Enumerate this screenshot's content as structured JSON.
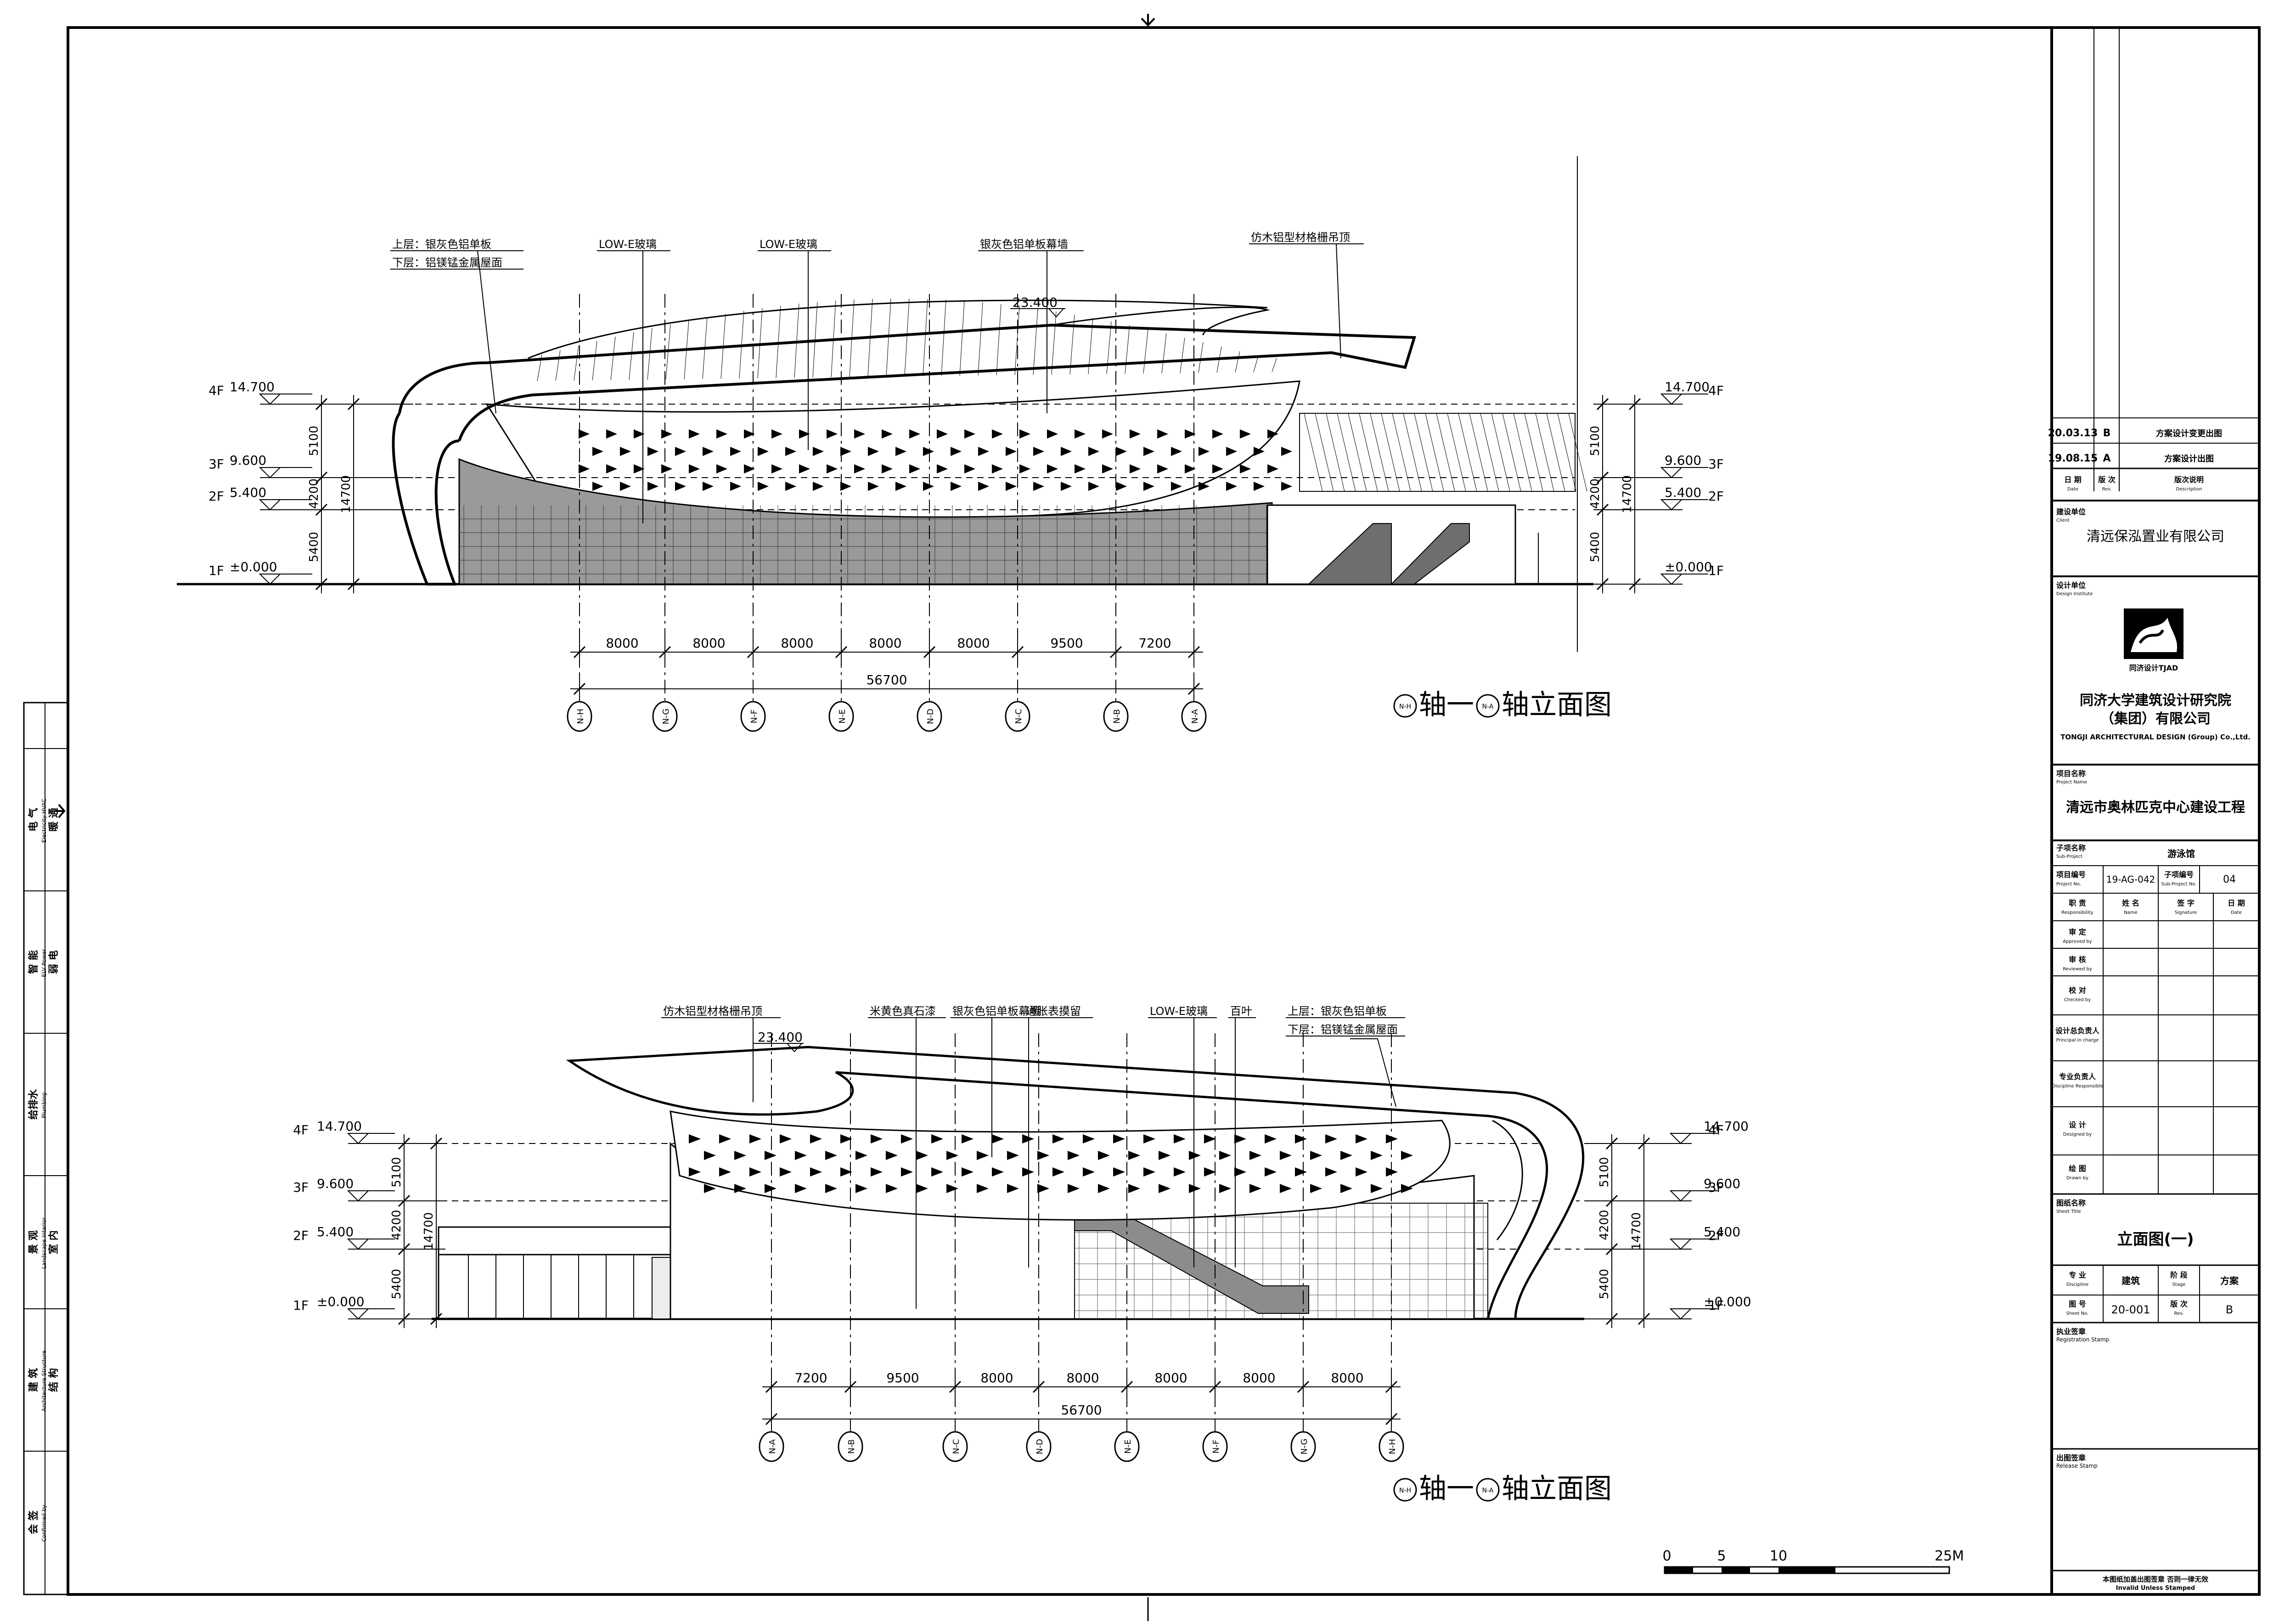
{
  "drawing": {
    "upper": {
      "title_left_axis": "N-H",
      "title_right_axis": "N-A",
      "title_text": "轴立面图",
      "title_sep": "轴一",
      "levels": [
        {
          "floor": "4F",
          "elev": "14.700"
        },
        {
          "floor": "3F",
          "elev": "9.600"
        },
        {
          "floor": "2F",
          "elev": "5.400"
        },
        {
          "floor": "1F",
          "elev": "±0.000"
        }
      ],
      "seg_dims": [
        "5100",
        "4200",
        "5400"
      ],
      "total_dim": "14700",
      "peak": "23.400",
      "callouts": [
        {
          "line1": "上层：银灰色铝单板",
          "line2": "下层：铝镁锰金属屋面"
        },
        {
          "line1": "LOW-E玻璃",
          "line2": ""
        },
        {
          "line1": "LOW-E玻璃",
          "line2": ""
        },
        {
          "line1": "银灰色铝单板幕墙",
          "line2": ""
        },
        {
          "line1": "仿木铝型材格栅吊顶",
          "line2": ""
        }
      ],
      "bay_dims": [
        "8000",
        "8000",
        "8000",
        "8000",
        "8000",
        "9500",
        "7200"
      ],
      "overall": "56700",
      "axes": [
        "N-H",
        "N-G",
        "N-F",
        "N-E",
        "N-D",
        "N-C",
        "N-B",
        "N-A"
      ]
    },
    "lower": {
      "title_left_axis": "N-H",
      "title_right_axis": "N-A",
      "title_text": "轴立面图",
      "title_sep": "轴一",
      "levels": [
        {
          "floor": "4F",
          "elev": "14.700"
        },
        {
          "floor": "3F",
          "elev": "9.600"
        },
        {
          "floor": "2F",
          "elev": "5.400"
        },
        {
          "floor": "1F",
          "elev": "±0.000"
        }
      ],
      "seg_dims": [
        "5100",
        "4200",
        "5400"
      ],
      "total_dim": "14700",
      "peak": "23.400",
      "callouts": [
        {
          "line1": "仿木铝型材格栅吊顶",
          "line2": ""
        },
        {
          "line1": "米黄色真石漆",
          "line2": ""
        },
        {
          "line1": "银灰色铝单板幕墙",
          "line2": ""
        },
        {
          "line1": "通胀表摸留",
          "line2": ""
        },
        {
          "line1": "LOW-E玻璃",
          "line2": ""
        },
        {
          "line1": "百叶",
          "line2": ""
        },
        {
          "line1": "上层：银灰色铝单板",
          "line2": "下层：铝镁锰金属屋面"
        }
      ],
      "bay_dims": [
        "7200",
        "9500",
        "8000",
        "8000",
        "8000",
        "8000",
        "8000"
      ],
      "overall": "56700",
      "axes": [
        "N-A",
        "N-B",
        "N-C",
        "N-D",
        "N-E",
        "N-F",
        "N-G",
        "N-H"
      ]
    },
    "scale": {
      "labels": [
        "0",
        "5",
        "10",
        "25M"
      ]
    }
  },
  "left_strip": {
    "rows": [
      {
        "cn": "电 气",
        "cn2": "暖 通",
        "en": "Electricity HVAC"
      },
      {
        "cn": "智 能",
        "cn2": "弱 电",
        "en": "ELV Power"
      },
      {
        "cn": "给排水",
        "cn2": "",
        "en": "Plumbing"
      },
      {
        "cn": "景 观",
        "cn2": "室 内",
        "en": "Landscape Interior"
      },
      {
        "cn": "建 筑",
        "cn2": "结 构",
        "en": "Architecture Structure"
      },
      {
        "cn": "会 签",
        "cn2": "",
        "en": "Confirmed by"
      }
    ]
  },
  "title_block": {
    "revisions": [
      {
        "date": "20.03.13",
        "rev": "B",
        "desc": "方案设计变更出图"
      },
      {
        "date": "19.08.15",
        "rev": "A",
        "desc": "方案设计出图"
      }
    ],
    "rev_header": {
      "date": "日 期",
      "date_en": "Date",
      "rev": "版 次",
      "rev_en": "Rev.",
      "desc": "版次说明",
      "desc_en": "Description"
    },
    "client_label": "建设单位",
    "client_label_en": "Client",
    "client": "清远保泓置业有限公司",
    "institute_label": "设计单位",
    "institute_label_en": "Design Institute",
    "logo_caption": "同济设计TJAD",
    "institute_name_1": "同济大学建筑设计研究院",
    "institute_name_2": "（集团）有限公司",
    "institute_name_en": "TONGJI ARCHITECTURAL DESIGN (Group) Co.,Ltd.",
    "project_label": "项目名称",
    "project_label_en": "Project Name",
    "project": "清远市奥林匹克中心建设工程",
    "sub_label": "子项名称",
    "sub_label_en": "Sub-Project",
    "sub_project": "游泳馆",
    "project_no_label": "项目编号",
    "project_no_label_en": "Project No.",
    "project_no": "19-AG-042",
    "sub_no_label": "子项编号",
    "sub_no_label_en": "Sub-Project No.",
    "sub_no": "04",
    "resp_header": [
      "职 责",
      "姓 名",
      "签 字",
      "日 期"
    ],
    "resp_header_en": [
      "Responsibility",
      "Name",
      "Signature",
      "Date"
    ],
    "roles": [
      {
        "cn": "审 定",
        "en": "Approved by"
      },
      {
        "cn": "审 核",
        "en": "Reviewed by"
      },
      {
        "cn": "校 对",
        "en": "Checked by"
      },
      {
        "cn": "设计总负责人",
        "en": "Principal in charge"
      },
      {
        "cn": "专业负责人",
        "en": "Discipline Responsible"
      },
      {
        "cn": "设 计",
        "en": "Designed by"
      },
      {
        "cn": "绘 图",
        "en": "Drawn by"
      }
    ],
    "sheet_title_label": "图纸名称",
    "sheet_title_label_en": "Sheet Title",
    "sheet_title": "立面图(一)",
    "discipline_label": "专 业",
    "discipline_label_en": "Discipline",
    "discipline": "建筑",
    "stage_label": "阶 段",
    "stage_label_en": "Stage",
    "stage": "方案",
    "sheet_no_label": "图 号",
    "sheet_no_label_en": "Sheet No.",
    "sheet_no": "20-001",
    "rev_label": "版 次",
    "rev_label_en": "Rev.",
    "rev": "B",
    "stamp_label": "执业签章",
    "stamp_label_en": "Registration Stamp",
    "release_label": "出图签章",
    "release_label_en": "Release Stamp",
    "footer_cn": "本图纸加盖出图签章 否则一律无效",
    "footer_en": "Invalid Unless Stamped"
  }
}
